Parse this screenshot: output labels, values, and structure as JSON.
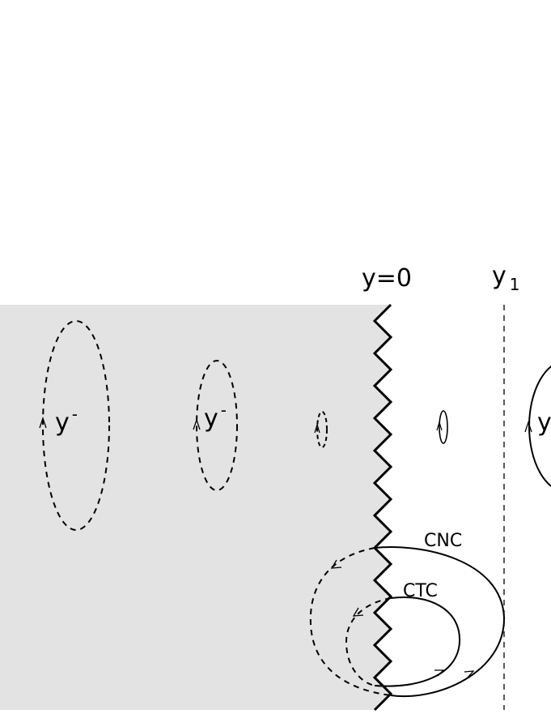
{
  "labels": {
    "boundary": "y=0",
    "y1_base": "y",
    "y1_sub": "1",
    "loop_left_base": "y",
    "loop_left_sup": "-",
    "loop_mid_base": "y",
    "loop_mid_sup": "-",
    "loop_right_base": "y",
    "cnc": "CNC",
    "ctc": "CTC"
  },
  "colors": {
    "shaded_region": "#e3e3e3",
    "stroke": "#000000",
    "background": "#ffffff"
  }
}
